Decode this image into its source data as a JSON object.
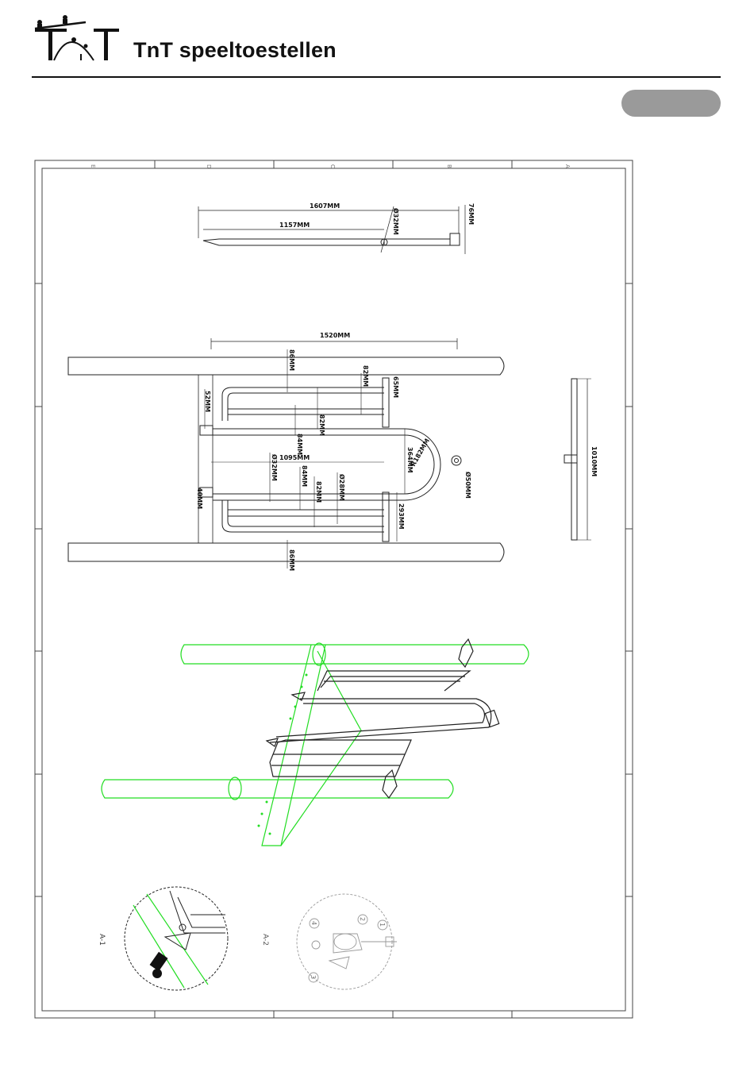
{
  "header": {
    "brand": "TnT speeltoestellen",
    "logo_text": "TnT"
  },
  "drawing": {
    "zone_letters": [
      "E",
      "D",
      "C",
      "B",
      "A"
    ],
    "view_top": {
      "dim_total": "1607MM",
      "dim_inner": "1157MM",
      "dim_diameter": "Ø32MM",
      "dim_height": "76MM"
    },
    "view_plan": {
      "dim_width": "1520MM",
      "dim_top_gap": "86MM",
      "dim_bar1": "82MM",
      "dim_offset": "65MM",
      "dim_left": "52MM",
      "dim_bar2": "82MM",
      "dim_gap1": "84MM",
      "dim_inner_len": "1095MM",
      "dim_radius": "R182MM",
      "dim_depth": "364MM",
      "dim_pipe": "Ø32MM",
      "dim_gap2": "84MM",
      "dim_bar3": "82MM",
      "dim_rail": "Ø28MM",
      "dim_knob": "Ø50MM",
      "dim_plate": "40MM",
      "dim_side": "293MM",
      "dim_bottom_gap": "86MM"
    },
    "view_side": {
      "dim_length": "1010MM"
    },
    "details": {
      "a1_label": "A-1",
      "a2_label": "A-2",
      "callouts": [
        "1",
        "2",
        "3",
        "4"
      ]
    }
  },
  "colors": {
    "line": "#222222",
    "green": "#22dd22",
    "pill": "#9a9a9a"
  }
}
